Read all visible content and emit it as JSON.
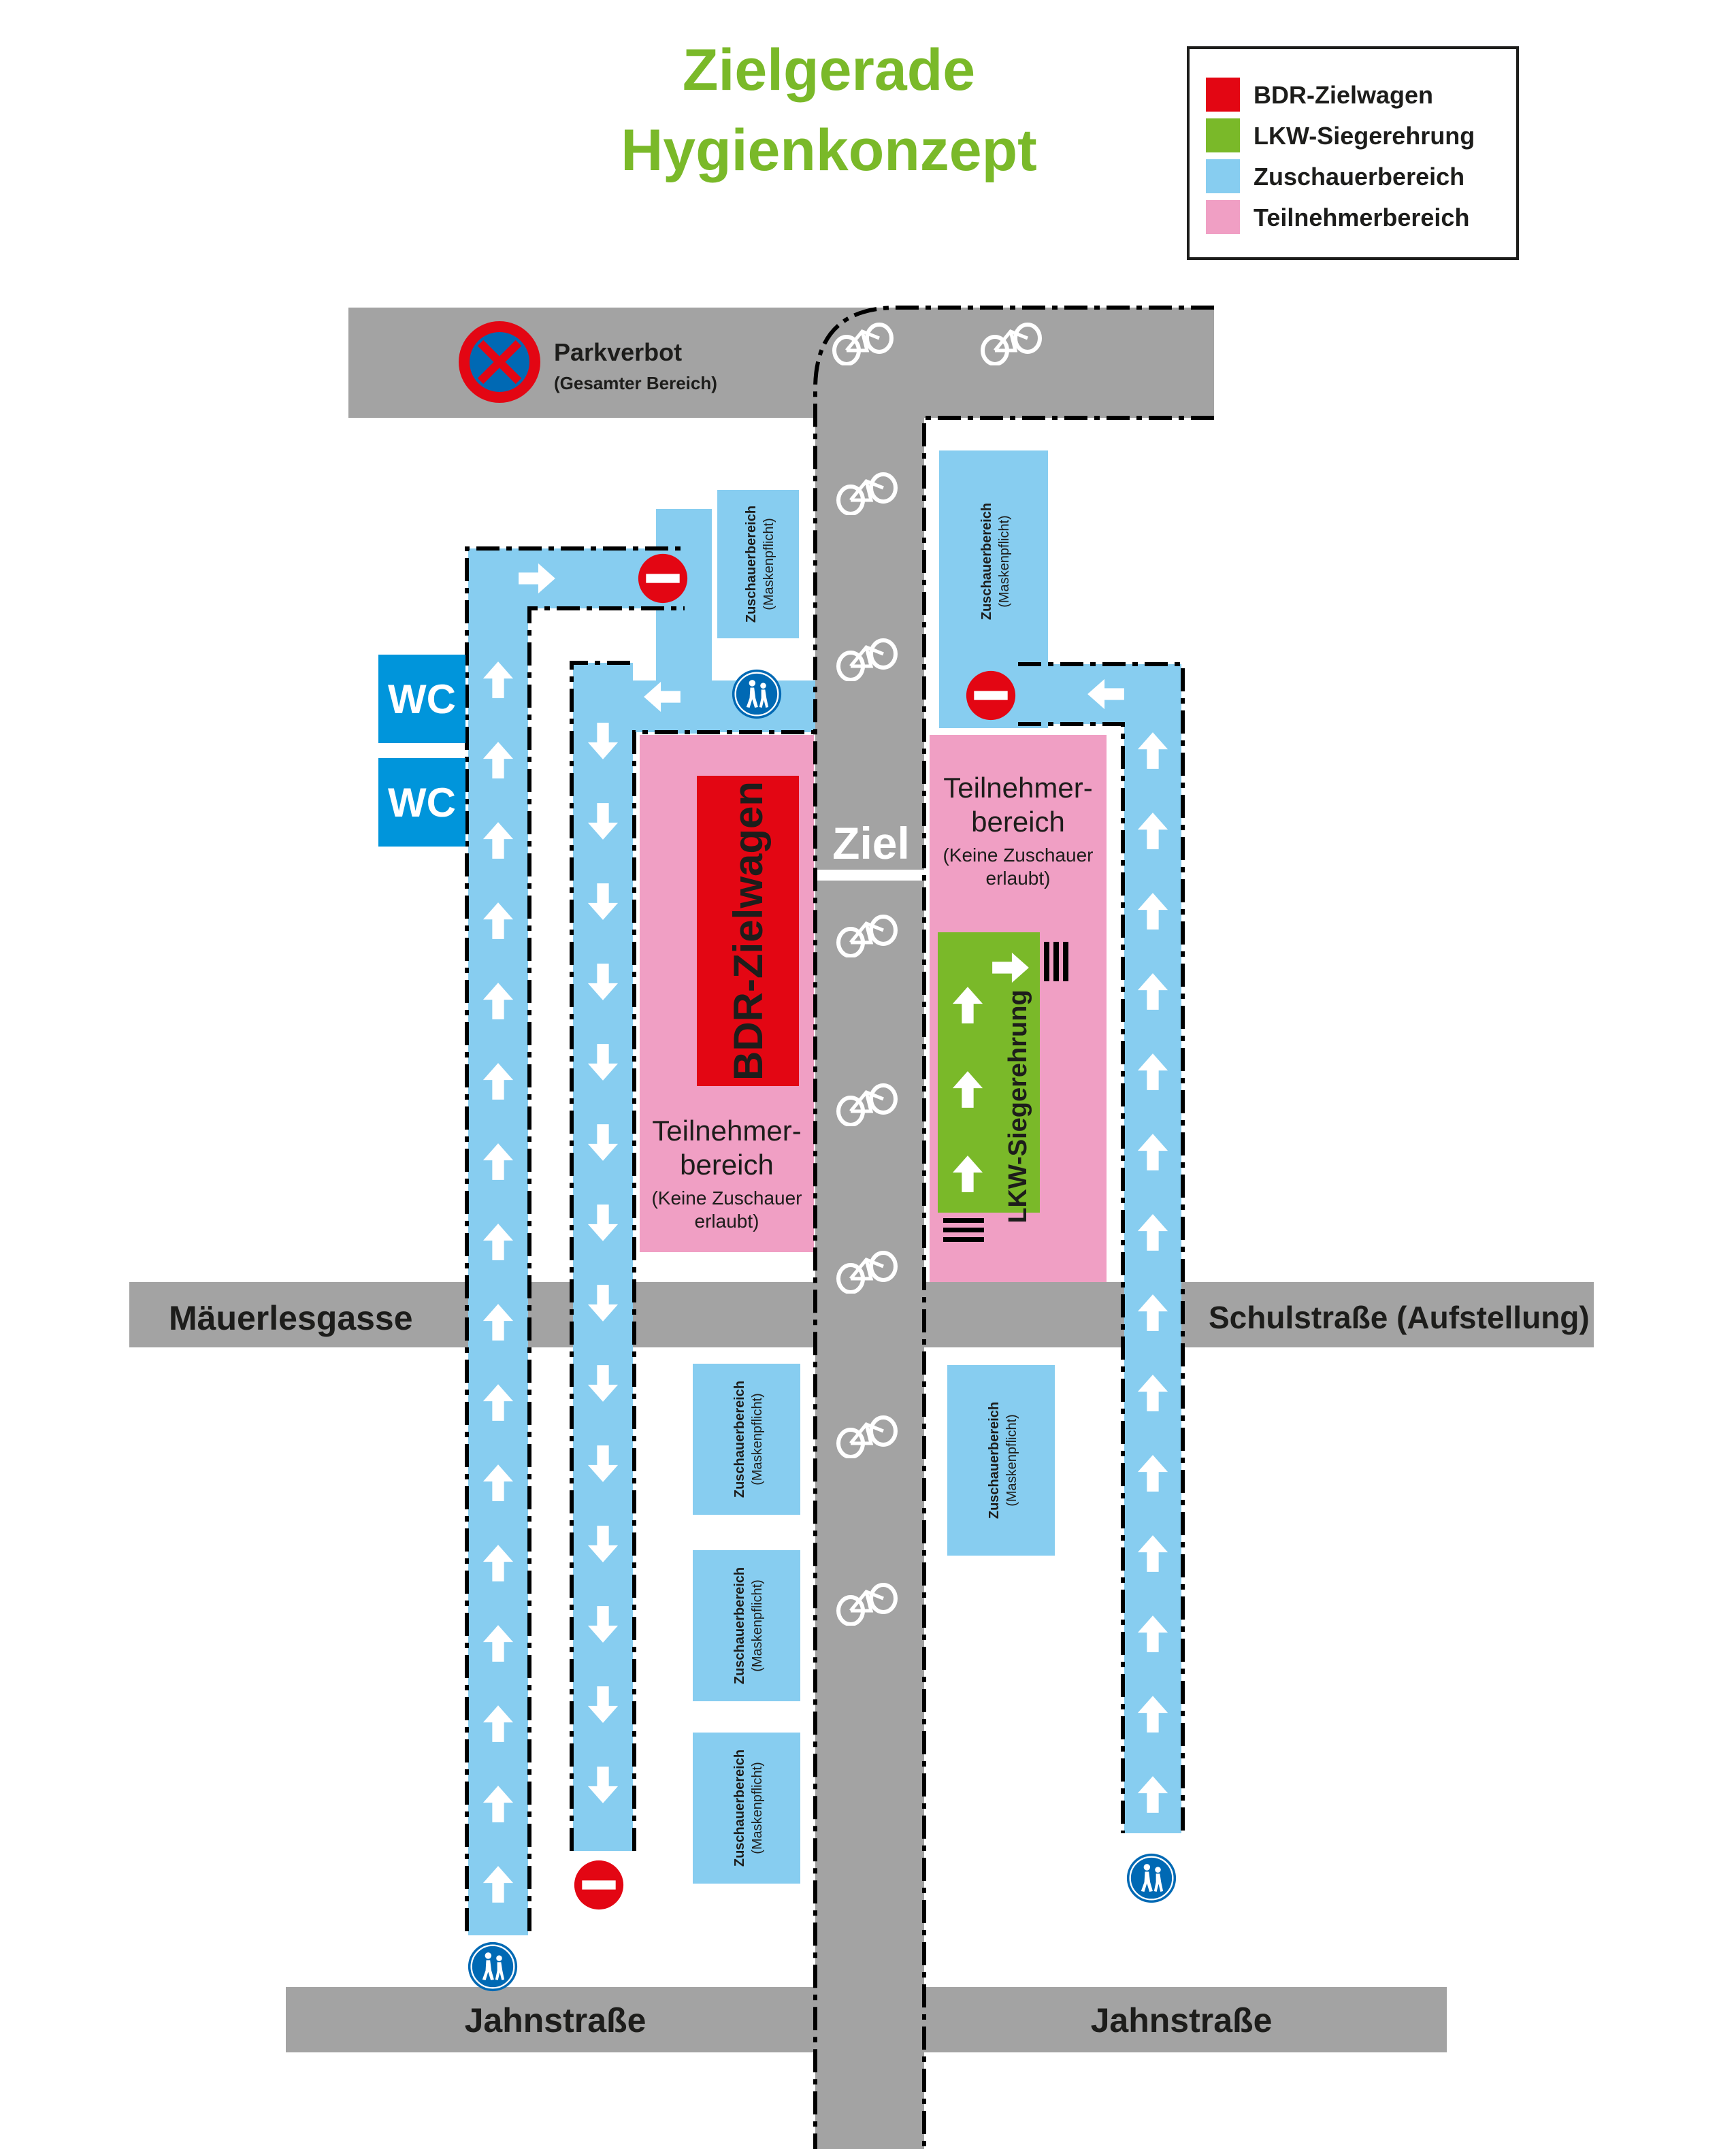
{
  "title": {
    "line1": "Zielgerade",
    "line2": "Hygienkonzept"
  },
  "legend": {
    "items": [
      {
        "label": "BDR-Zielwagen",
        "color": "#e30613"
      },
      {
        "label": "LKW-Siegerehrung",
        "color": "#7ab929"
      },
      {
        "label": "Zuschauerbereich",
        "color": "#87cdf0"
      },
      {
        "label": "Teilnehmerbereich",
        "color": "#f09fc4"
      }
    ]
  },
  "colors": {
    "road": "#a3a3a3",
    "spectator": "#87cdf0",
    "participant": "#f09fc4",
    "zielwagen": "#e30613",
    "lkw": "#7ab929",
    "wc": "#0095db",
    "title": "#7ab929",
    "sign_red": "#e30613",
    "sign_blue": "#0069b4"
  },
  "parking": {
    "label": "Parkverbot",
    "sub": "(Gesamter Bereich)",
    "icon": "no-stopping-sign-icon"
  },
  "finish": {
    "label": "Ziel"
  },
  "streets": {
    "left_cross": "Mäuerlesgasse",
    "right_cross": "Schulstraße (Aufstellung)",
    "bottom_left": "Jahnstraße",
    "bottom_right": "Jahnstraße"
  },
  "wc": {
    "top": "WC",
    "bottom": "WC"
  },
  "zielwagen": {
    "label": "BDR-Zielwagen"
  },
  "lkw": {
    "label": "LKW-Siegerehrung"
  },
  "participant_area": {
    "line1": "Teilnehmer-",
    "line2": "bereich",
    "note1": "(Keine Zuschauer",
    "note2": "erlaubt)"
  },
  "spectator_area": {
    "line1": "Zuschauerbereich",
    "line2": "(Maskenpflicht)"
  },
  "icons": [
    "no-stopping-sign-icon",
    "no-entry-sign-icon",
    "pedestrian-sign-icon",
    "bicycle-icon",
    "arrow-icon",
    "wc-sign-icon"
  ]
}
